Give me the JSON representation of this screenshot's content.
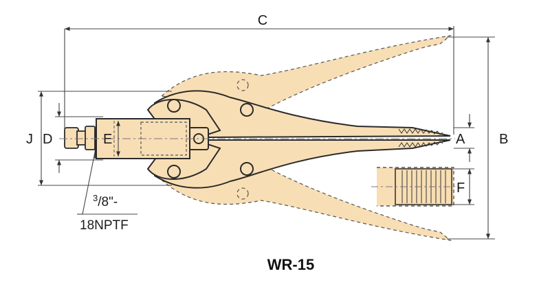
{
  "dimensions": {
    "a": "A",
    "b": "B",
    "c": "C",
    "d": "D",
    "e": "E",
    "f": "F",
    "j": "J"
  },
  "port_note": {
    "size_number": "3",
    "size_denominator": "8",
    "size_suffix": "\"-",
    "thread": "18NPTF"
  },
  "model": "WR-15",
  "colors": {
    "body_fill": "#f8deb4",
    "outline": "#2a2a2a",
    "dimension_line": "#444444"
  }
}
